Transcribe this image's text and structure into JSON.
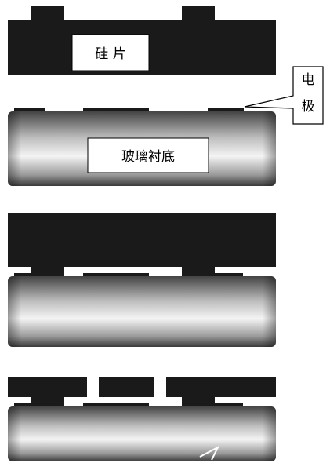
{
  "labels": {
    "silicon_wafer": "硅 片",
    "glass_substrate": "玻璃衬底",
    "electrode_char_1": "电",
    "electrode_char_2": "极"
  },
  "colors": {
    "silicon": "#1a1a1a",
    "substrate_dark": "#4d4d4d",
    "substrate_light": "#f2f2f2",
    "label_box": "#ffffff"
  }
}
